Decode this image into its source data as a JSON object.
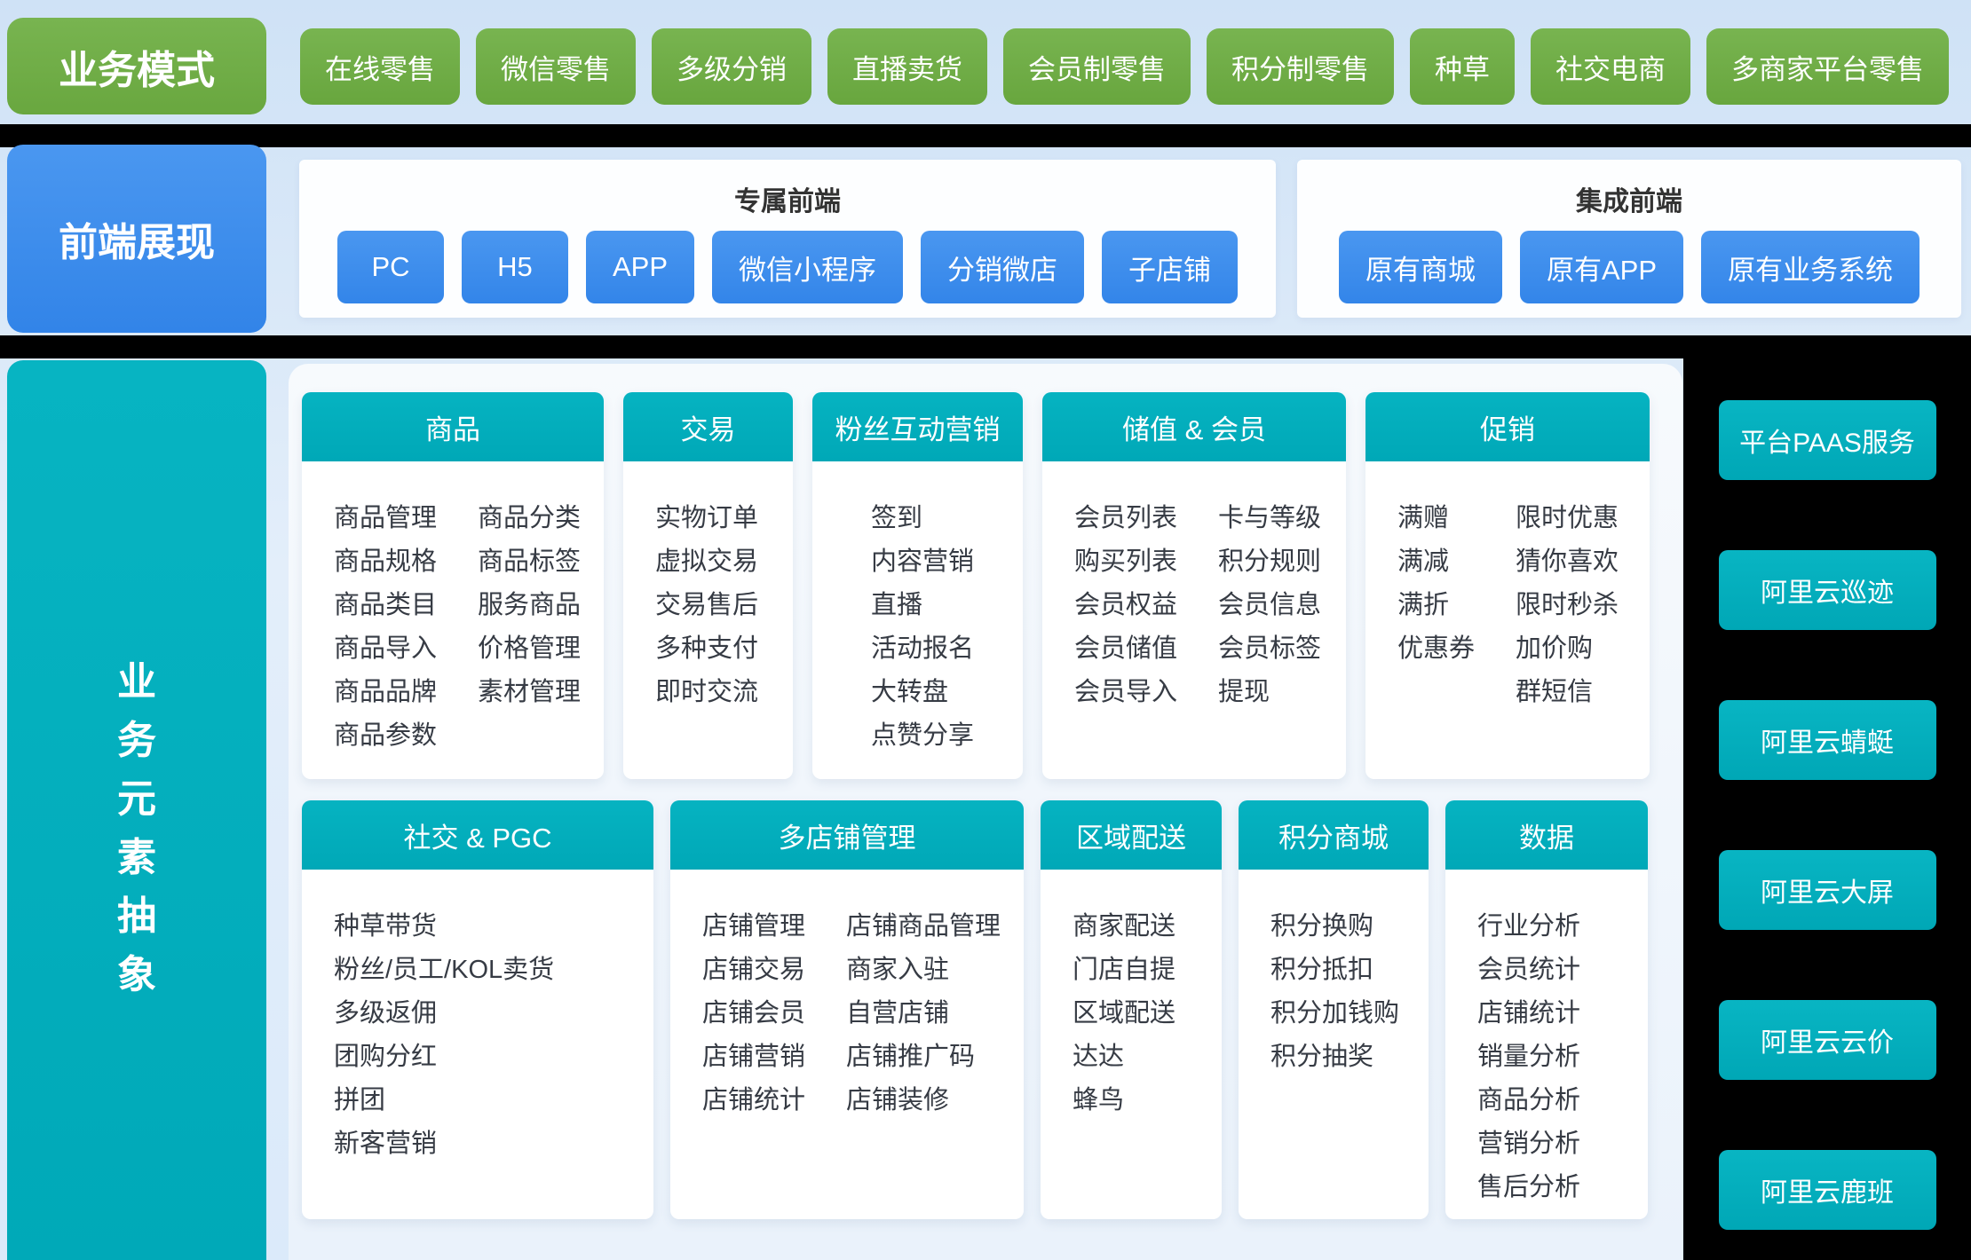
{
  "business_model": {
    "label": "业务模式",
    "items": [
      "在线零售",
      "微信零售",
      "多级分销",
      "直播卖货",
      "会员制零售",
      "积分制零售",
      "种草",
      "社交电商",
      "多商家平台零售"
    ]
  },
  "frontend": {
    "label": "前端展现",
    "dedicated": {
      "title": "专属前端",
      "items": [
        "PC",
        "H5",
        "APP",
        "微信小程序",
        "分销微店",
        "子店铺"
      ]
    },
    "integrated": {
      "title": "集成前端",
      "items": [
        "原有商城",
        "原有APP",
        "原有业务系统"
      ]
    }
  },
  "abstraction": {
    "label": "业务元素抽象",
    "rows": [
      [
        {
          "title": "商品",
          "columns": [
            [
              "商品管理",
              "商品规格",
              "商品类目",
              "商品导入",
              "商品品牌",
              "商品参数"
            ],
            [
              "商品分类",
              "商品标签",
              "服务商品",
              "价格管理",
              "素材管理"
            ]
          ]
        },
        {
          "title": "交易",
          "columns": [
            [
              "实物订单",
              "虚拟交易",
              "交易售后",
              "多种支付",
              "即时交流"
            ]
          ]
        },
        {
          "title": "粉丝互动营销",
          "columns": [
            [
              "签到",
              "内容营销",
              "直播",
              "活动报名",
              "大转盘",
              "点赞分享"
            ]
          ]
        },
        {
          "title": "储值 & 会员",
          "columns": [
            [
              "会员列表",
              "购买列表",
              "会员权益",
              "会员储值",
              "会员导入"
            ],
            [
              "卡与等级",
              "积分规则",
              "会员信息",
              "会员标签",
              "提现"
            ]
          ]
        },
        {
          "title": "促销",
          "columns": [
            [
              "满赠",
              "满减",
              "满折",
              "优惠券"
            ],
            [
              "限时优惠",
              "猜你喜欢",
              "限时秒杀",
              "加价购",
              "群短信"
            ]
          ]
        }
      ],
      [
        {
          "title": "社交 & PGC",
          "columns": [
            [
              "种草带货",
              "粉丝/员工/KOL卖货",
              "多级返佣",
              "团购分红",
              "拼团",
              "新客营销"
            ]
          ]
        },
        {
          "title": "多店铺管理",
          "columns": [
            [
              "店铺管理",
              "店铺交易",
              "店铺会员",
              "店铺营销",
              "店铺统计"
            ],
            [
              "店铺商品管理",
              "商家入驻",
              "自营店铺",
              "店铺推广码",
              "店铺装修"
            ]
          ]
        },
        {
          "title": "区域配送",
          "columns": [
            [
              "商家配送",
              "门店自提",
              "区域配送",
              "达达",
              "蜂鸟"
            ]
          ]
        },
        {
          "title": "积分商城",
          "columns": [
            [
              "积分换购",
              "积分抵扣",
              "积分加钱购",
              "积分抽奖"
            ]
          ]
        },
        {
          "title": "数据",
          "columns": [
            [
              "行业分析",
              "会员统计",
              "店铺统计",
              "销量分析",
              "商品分析",
              "营销分析",
              "售后分析"
            ]
          ]
        }
      ]
    ]
  },
  "paas": {
    "title": "平台PAAS服务",
    "items": [
      "阿里云巡迹",
      "阿里云蜻蜓",
      "阿里云大屏",
      "阿里云云价",
      "阿里云鹿班"
    ]
  },
  "colors": {
    "green": "#6fad47",
    "blue": "#3d8eec",
    "teal": "#00aebc",
    "separator_black": "#000000",
    "item_text": "#363b44",
    "panel_white": "#fdfeff"
  }
}
